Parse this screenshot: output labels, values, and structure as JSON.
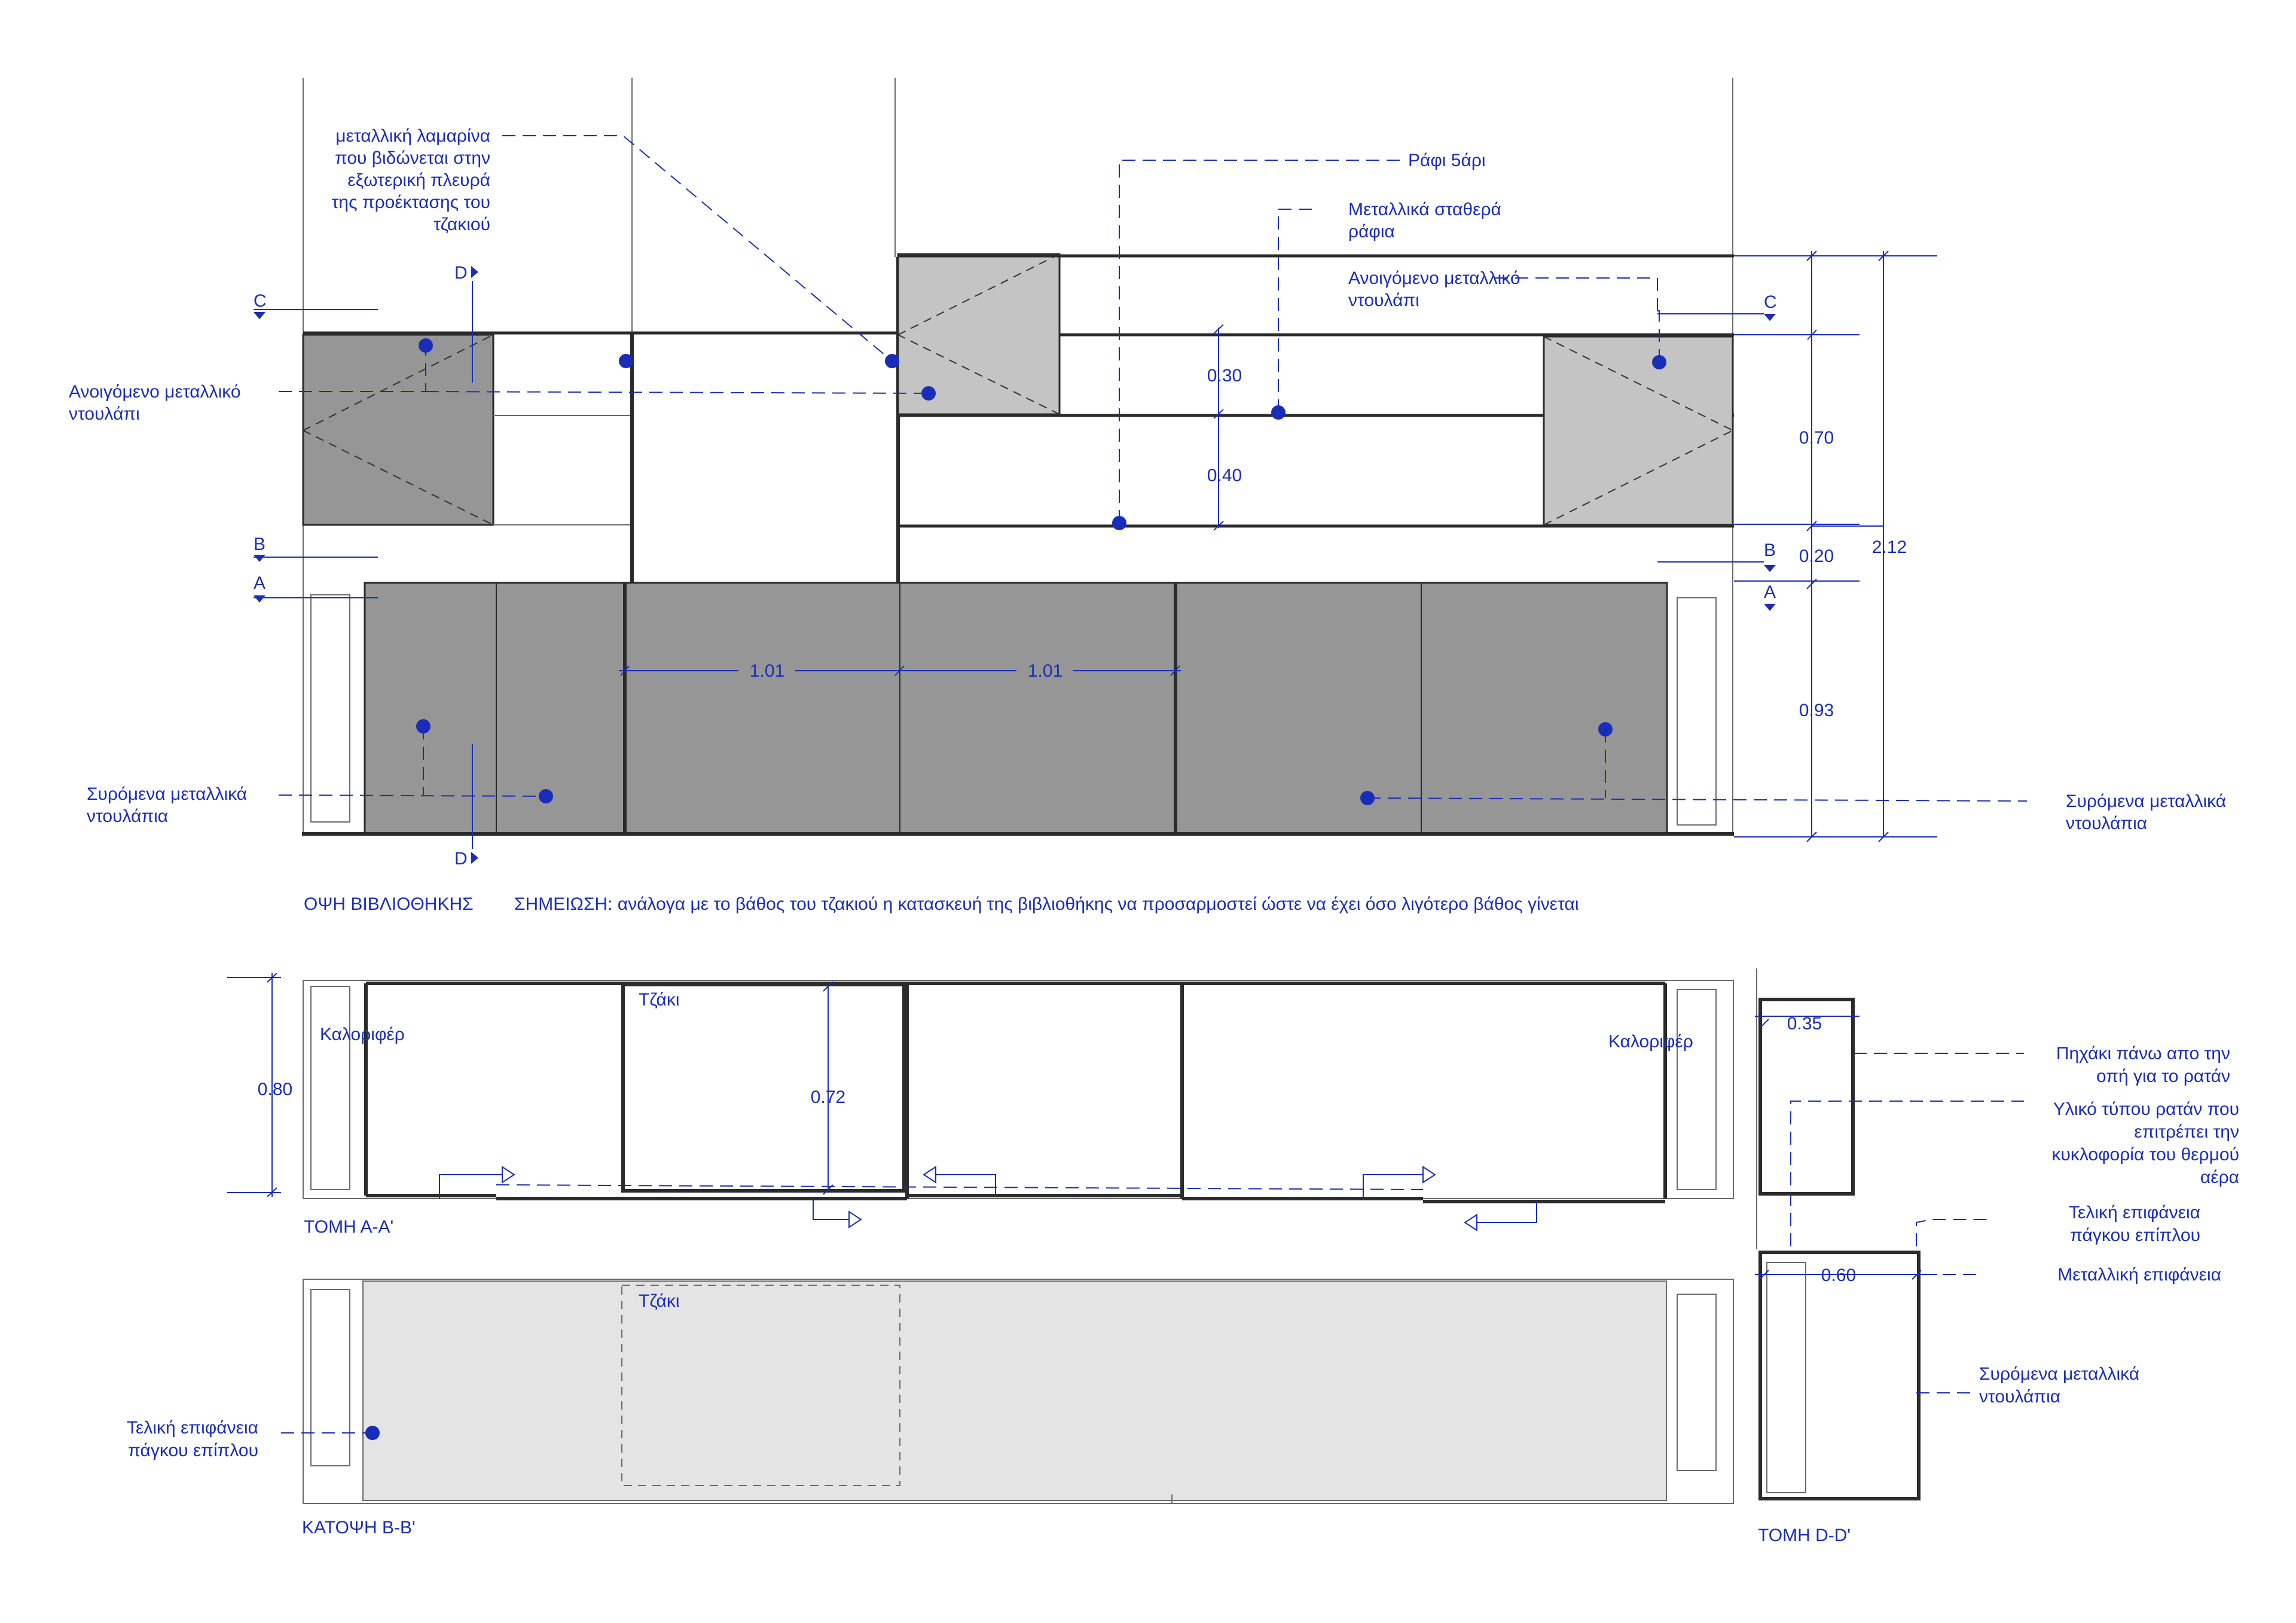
{
  "elevation": {
    "title": "ΟΨΗ ΒΙΒΛΙΟΘΗΚΗΣ",
    "note": "ΣΗΜΕΙΩΣΗ: ανάλογα με το βάθος του τζακιού η κατασκευή της βιβλιοθήκης να προσαρμοστεί ώστε να έχει όσο λιγότερο βάθος γίνεται",
    "labels": {
      "sheet_metal": [
        "μεταλλική λαμαρίνα",
        "που βιδώνεται στην",
        "εξωτερική πλευρά",
        "της προέκτασης του",
        "τζακιού"
      ],
      "shelf": "Ράφι 5άρι",
      "fixed_shelves": [
        "Μεταλλικά σταθερά",
        "ράφια"
      ],
      "opening_cabinet_right": [
        "Ανοιγόμενο μεταλλικό",
        "ντουλάπι"
      ],
      "opening_cabinet_left": [
        "Ανοιγόμενο  μεταλλικό",
        "ντουλάπι"
      ],
      "sliding_left": [
        "Συρόμενα μεταλλικά",
        "ντουλάπια"
      ],
      "sliding_right": [
        "Συρόμενα μεταλλικά",
        "ντουλάπια"
      ]
    },
    "dims": {
      "d030": "0.30",
      "d040": "0.40",
      "d070": "0.70",
      "d020": "0.20",
      "d212": "2.12",
      "d093": "0.93",
      "d101a": "1.01",
      "d101b": "1.01"
    },
    "markers": {
      "c": "C",
      "b": "B",
      "a": "A",
      "d": "D"
    }
  },
  "section_aa": {
    "title": "ΤΟΜΗ Α-Α'",
    "radiator_left": "Καλοριφέρ",
    "radiator_right": "Καλοριφέρ",
    "fireplace": "Τζάκι",
    "d080": "0.80",
    "d072": "0.72"
  },
  "plan_bb": {
    "title": "ΚΑΤΟΨΗ Β-Β'",
    "fireplace": "Τζάκι",
    "surface": [
      "Τελική επιφάνεια",
      "πάγκου επίπλου"
    ]
  },
  "section_dd": {
    "title": "ΤΟΜΗ D-D'",
    "d035": "0.35",
    "d060": "0.60",
    "acoustic": [
      "Πηχάκι πάνω απο την",
      "οπή για το ρατάν"
    ],
    "rattan": [
      "Υλικό τύπου ρατάν που",
      "επιτρέπει την",
      "κυκλοφορία του θερμού",
      "αέρα"
    ],
    "top_surface": [
      "Τελική επιφάνεια",
      "πάγκου επίπλου"
    ],
    "metal_surface": "Μεταλλική επιφάνεια",
    "sliding": [
      "Συρόμενα μεταλλικά",
      "ντουλάπια"
    ]
  },
  "colors": {
    "annotation": "#1a2db8",
    "dark_panel": "#969696",
    "light_panel": "#c4c4c4",
    "plan_fill": "#e4e4e4"
  }
}
